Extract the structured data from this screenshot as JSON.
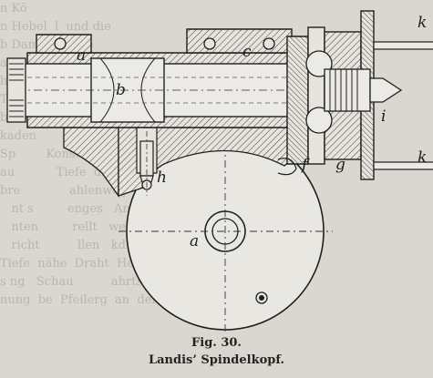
{
  "figure": {
    "number_label": "Fig. 30.",
    "title": "Landis’ Spindelkopf."
  },
  "labels": {
    "a_top": "a",
    "b": "b",
    "c": "c",
    "h": "h",
    "a_disc": "a",
    "f": "f",
    "g": "g",
    "i": "i",
    "k_top": "k",
    "k_bottom": "k"
  },
  "background_text": "n Kö\nn Hebel  l  und die\nb Dam       urde\na Schra            ngs\nhrers            Zahn\nTu             ang\nb              Vorze\nkaden            Eintr\nSp        Konsolen  the\nau           Tiefe  di  eit\nbre             ahlenweg  vo\n   nt s         enges   An   \n   nten         rellt   werden  Jan\n   richt          llen   kdienen  Ko\nTiefe  nähe  Draht  Hebel  k  mitt\ns ng   Schau          ahrtspunkt\nnung  be  Pfeilerg  an  der  lin"
}
